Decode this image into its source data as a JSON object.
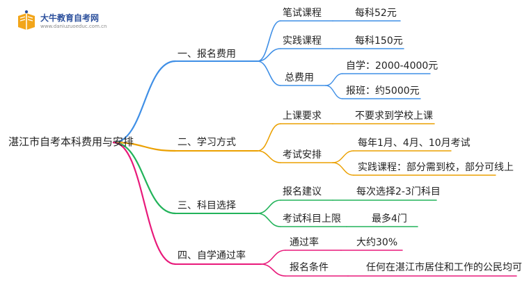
{
  "logo": {
    "title": "大牛教育自考网",
    "url": "www.daniuzuoeduc.com.cn"
  },
  "colors": {
    "branch_1": "#3f8fe6",
    "branch_2": "#eba000",
    "branch_3": "#22b35a",
    "branch_4": "#e8197a",
    "logo_primary": "#2b4f9c",
    "logo_accent": "#f2a51a"
  },
  "root": "湛江市自考本科费用与安排",
  "branches": [
    {
      "label": "一、报名费用",
      "children": [
        {
          "label": "笔试课程",
          "children": [
            {
              "label": "每科52元"
            }
          ]
        },
        {
          "label": "实践课程",
          "children": [
            {
              "label": "每科150元"
            }
          ]
        },
        {
          "label": "总费用",
          "children": [
            {
              "label": "自学：2000-4000元"
            },
            {
              "label": "报班：约5000元"
            }
          ]
        }
      ]
    },
    {
      "label": "二、学习方式",
      "children": [
        {
          "label": "上课要求",
          "children": [
            {
              "label": "不要求到学校上课"
            }
          ]
        },
        {
          "label": "考试安排",
          "children": [
            {
              "label": "每年1月、4月、10月考试"
            },
            {
              "label": "实践课程：部分需到校，部分可线上"
            }
          ]
        }
      ]
    },
    {
      "label": "三、科目选择",
      "children": [
        {
          "label": "报名建议",
          "children": [
            {
              "label": "每次选择2-3门科目"
            }
          ]
        },
        {
          "label": "考试科目上限",
          "children": [
            {
              "label": "最多4门"
            }
          ]
        }
      ]
    },
    {
      "label": "四、自学通过率",
      "children": [
        {
          "label": "通过率",
          "children": [
            {
              "label": "大约30%"
            }
          ]
        },
        {
          "label": "报名条件",
          "children": [
            {
              "label": "任何在湛江市居住和工作的公民均可参加"
            }
          ]
        }
      ]
    }
  ]
}
